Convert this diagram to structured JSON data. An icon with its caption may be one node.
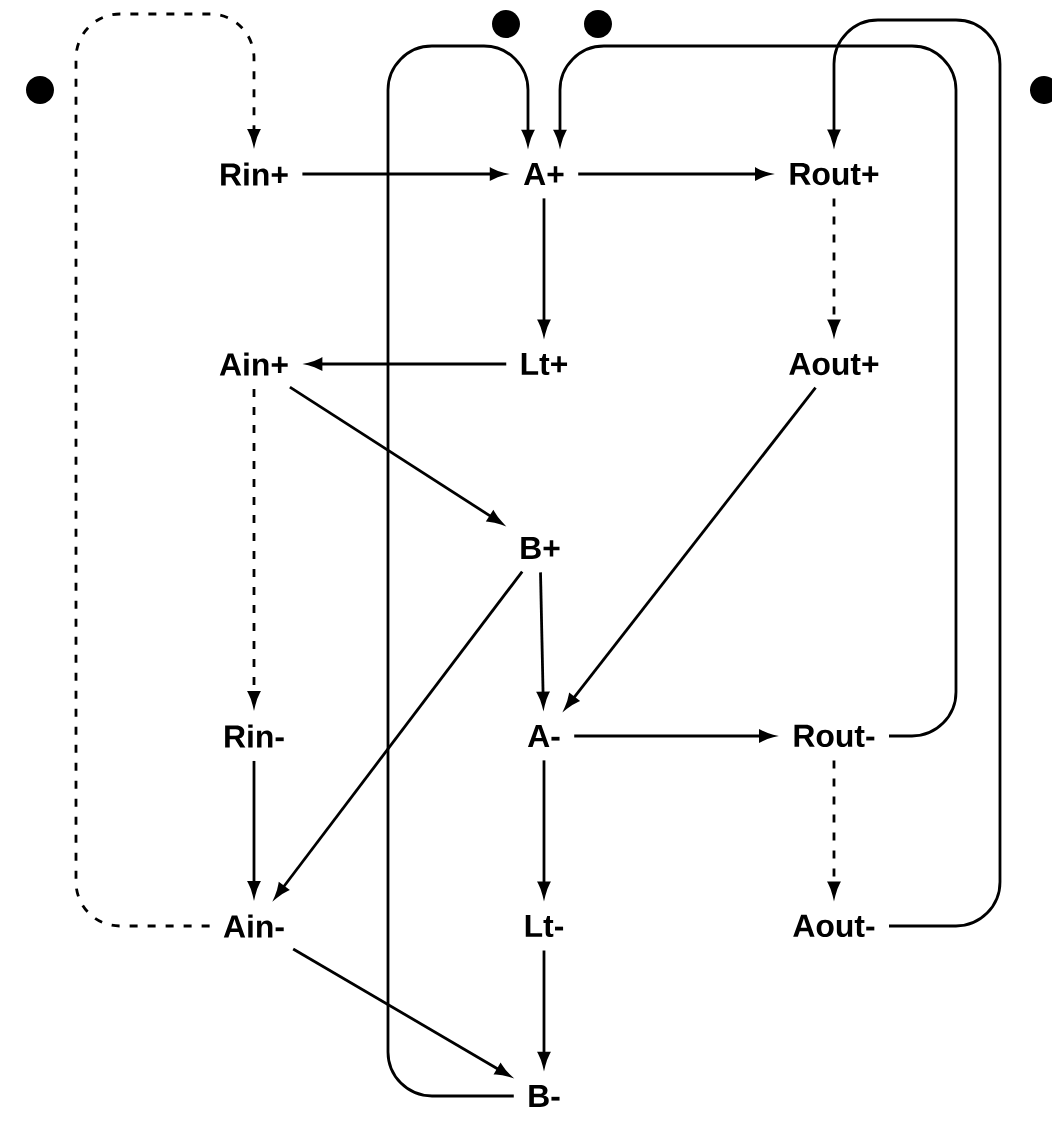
{
  "diagram": {
    "nodes": [
      {
        "text": [
          "Rin+"
        ]
      },
      {
        "text": [
          "A+"
        ]
      },
      {
        "text": [
          "Rout+"
        ]
      },
      {
        "text": [
          "Ain+"
        ]
      },
      {
        "text": [
          "Lt+"
        ]
      },
      {
        "text": [
          "Aout+"
        ]
      },
      {
        "text": [
          "B+"
        ]
      },
      {
        "text": [
          "Rin-"
        ]
      },
      {
        "text": [
          "A-"
        ]
      },
      {
        "text": [
          "Rout-"
        ]
      },
      {
        "text": [
          "Ain-"
        ]
      },
      {
        "text": [
          "Lt-"
        ]
      },
      {
        "text": [
          "Aout-"
        ]
      },
      {
        "text": [
          "B-"
        ]
      }
    ],
    "edges": [
      {
        "from": 10,
        "to": 0,
        "arrow": "to",
        "style": "dashed"
      },
      {
        "from": 0,
        "to": 1,
        "arrow": "to"
      },
      {
        "from": 1,
        "to": 2,
        "arrow": "to"
      },
      {
        "from": 1,
        "to": 4,
        "arrow": "to"
      },
      {
        "from": 4,
        "to": 3,
        "arrow": "to"
      },
      {
        "from": 2,
        "to": 5,
        "arrow": "to",
        "style": "dashed"
      },
      {
        "from": 3,
        "to": 6,
        "arrow": "to"
      },
      {
        "from": 3,
        "to": 7,
        "arrow": "to",
        "style": "dashed"
      },
      {
        "from": 6,
        "to": 8,
        "arrow": "to"
      },
      {
        "from": 6,
        "to": 10,
        "arrow": "to"
      },
      {
        "from": 5,
        "to": 8,
        "arrow": "to"
      },
      {
        "from": 7,
        "to": 10,
        "arrow": "to"
      },
      {
        "from": 8,
        "to": 9,
        "arrow": "to"
      },
      {
        "from": 8,
        "to": 11,
        "arrow": "to"
      },
      {
        "from": 9,
        "to": 12,
        "arrow": "to",
        "style": "dashed"
      },
      {
        "from": 11,
        "to": 13,
        "arrow": "to"
      },
      {
        "from": 10,
        "to": 13,
        "arrow": "to"
      },
      {
        "from": 13,
        "to": 1,
        "arrow": "to"
      },
      {
        "from": 9,
        "to": 1,
        "arrow": "to"
      },
      {
        "from": 12,
        "to": 2,
        "arrow": "to"
      }
    ]
  }
}
